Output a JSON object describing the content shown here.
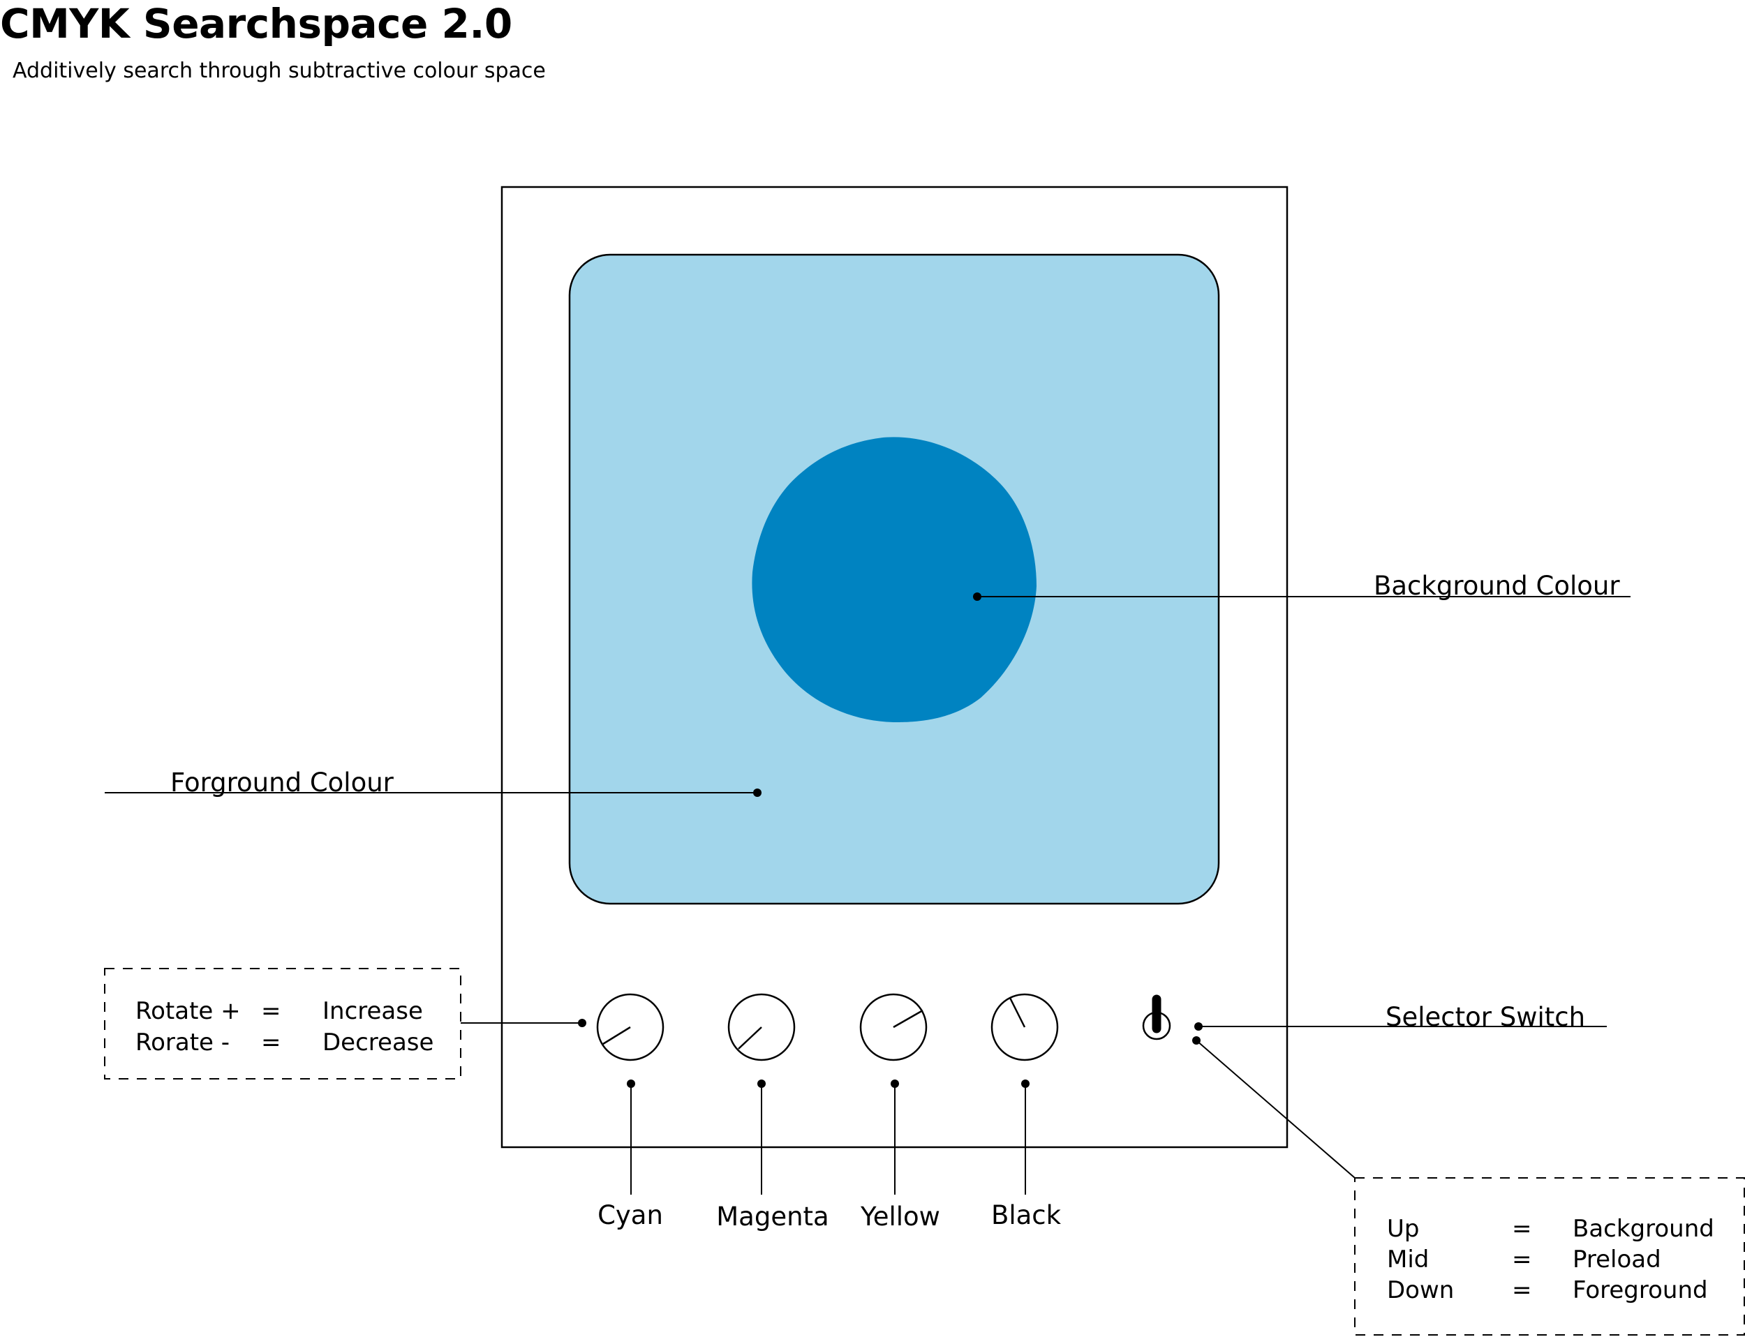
{
  "title": "CMYK Searchspace 2.0",
  "subtitle": "Additively search through subtractive colour space",
  "colors": {
    "background_screen": "#A2D6EB",
    "foreground_blob": "#0083C1",
    "stroke": "#000000"
  },
  "callouts": {
    "background": "Background Colour",
    "foreground": "Forground Colour",
    "selector": "Selector Switch"
  },
  "knobs": [
    {
      "label": "Cyan",
      "icon": "dial-icon"
    },
    {
      "label": "Magenta",
      "icon": "dial-icon"
    },
    {
      "label": "Yellow",
      "icon": "dial-icon"
    },
    {
      "label": "Black",
      "icon": "dial-icon"
    }
  ],
  "rotate_legend": [
    {
      "action": "Rotate +",
      "eq": "=",
      "result": "Increase"
    },
    {
      "action": "Rorate -",
      "eq": "=",
      "result": "Decrease"
    }
  ],
  "switch_legend": [
    {
      "position": "Up",
      "eq": "=",
      "result": "Background"
    },
    {
      "position": "Mid",
      "eq": "=",
      "result": "Preload"
    },
    {
      "position": "Down",
      "eq": "=",
      "result": "Foreground"
    }
  ]
}
